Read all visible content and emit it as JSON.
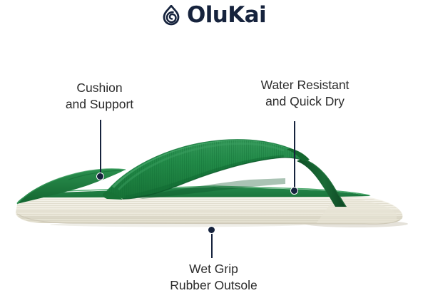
{
  "brand": {
    "name": "OluKai",
    "mark_icon": "olukai-hook-logomark",
    "color": "#16233d"
  },
  "callouts": [
    {
      "id": "cushion",
      "lines": [
        "Cushion",
        "and Support"
      ],
      "line1": "Cushion",
      "line2": "and Support",
      "points_at": "footbed-toe-area"
    },
    {
      "id": "water",
      "lines": [
        "Water Resistant",
        "and Quick Dry"
      ],
      "line1": "Water Resistant",
      "line2": "and Quick Dry",
      "points_at": "strap-webbing"
    },
    {
      "id": "outsole",
      "lines": [
        "Wet Grip",
        "Rubber Outsole"
      ],
      "line1": "Wet Grip",
      "line2": "Rubber Outsole",
      "points_at": "midsole-outsole"
    }
  ],
  "product": {
    "type": "flip-flop-sandal",
    "view": "side-profile-left-facing",
    "colors": {
      "strap_green": "#1f8040",
      "strap_green_light": "#2e9150",
      "strap_green_dark": "#14603035",
      "rear_strap_dark": "#14532d",
      "footbed_green": "#1e7d3e",
      "midsole_cream": "#efece1",
      "midsole_cream_shade": "#e2dece",
      "background": "#ffffff"
    }
  },
  "annotation_style": {
    "line_color": "#16233d",
    "dot_color": "#16233d",
    "dot_ring": "#ffffff",
    "text_color": "#2b2b2b"
  }
}
